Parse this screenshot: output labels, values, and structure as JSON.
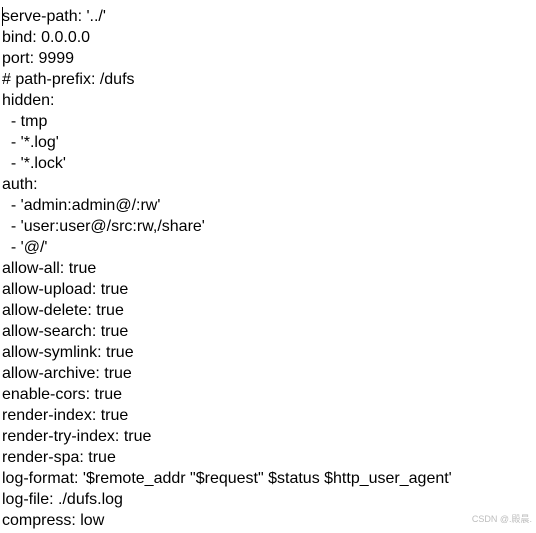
{
  "editor": {
    "top_cut_text": "",
    "lines": [
      "serve-path: '../'",
      "bind: 0.0.0.0",
      "port: 9999",
      "# path-prefix: /dufs",
      "hidden:",
      "  - tmp",
      "  - '*.log'",
      "  - '*.lock'",
      "auth:",
      "  - 'admin:admin@/:rw'",
      "  - 'user:user@/src:rw,/share'",
      "  - '@/'",
      "allow-all: true",
      "allow-upload: true",
      "allow-delete: true",
      "allow-search: true",
      "allow-symlink: true",
      "allow-archive: true",
      "enable-cors: true",
      "render-index: true",
      "render-try-index: true",
      "render-spa: true",
      "log-format: '$remote_addr \"$request\" $status $http_user_agent'",
      "log-file: ./dufs.log",
      "compress: low"
    ]
  },
  "watermark": {
    "text": "CSDN @.殿晨."
  }
}
